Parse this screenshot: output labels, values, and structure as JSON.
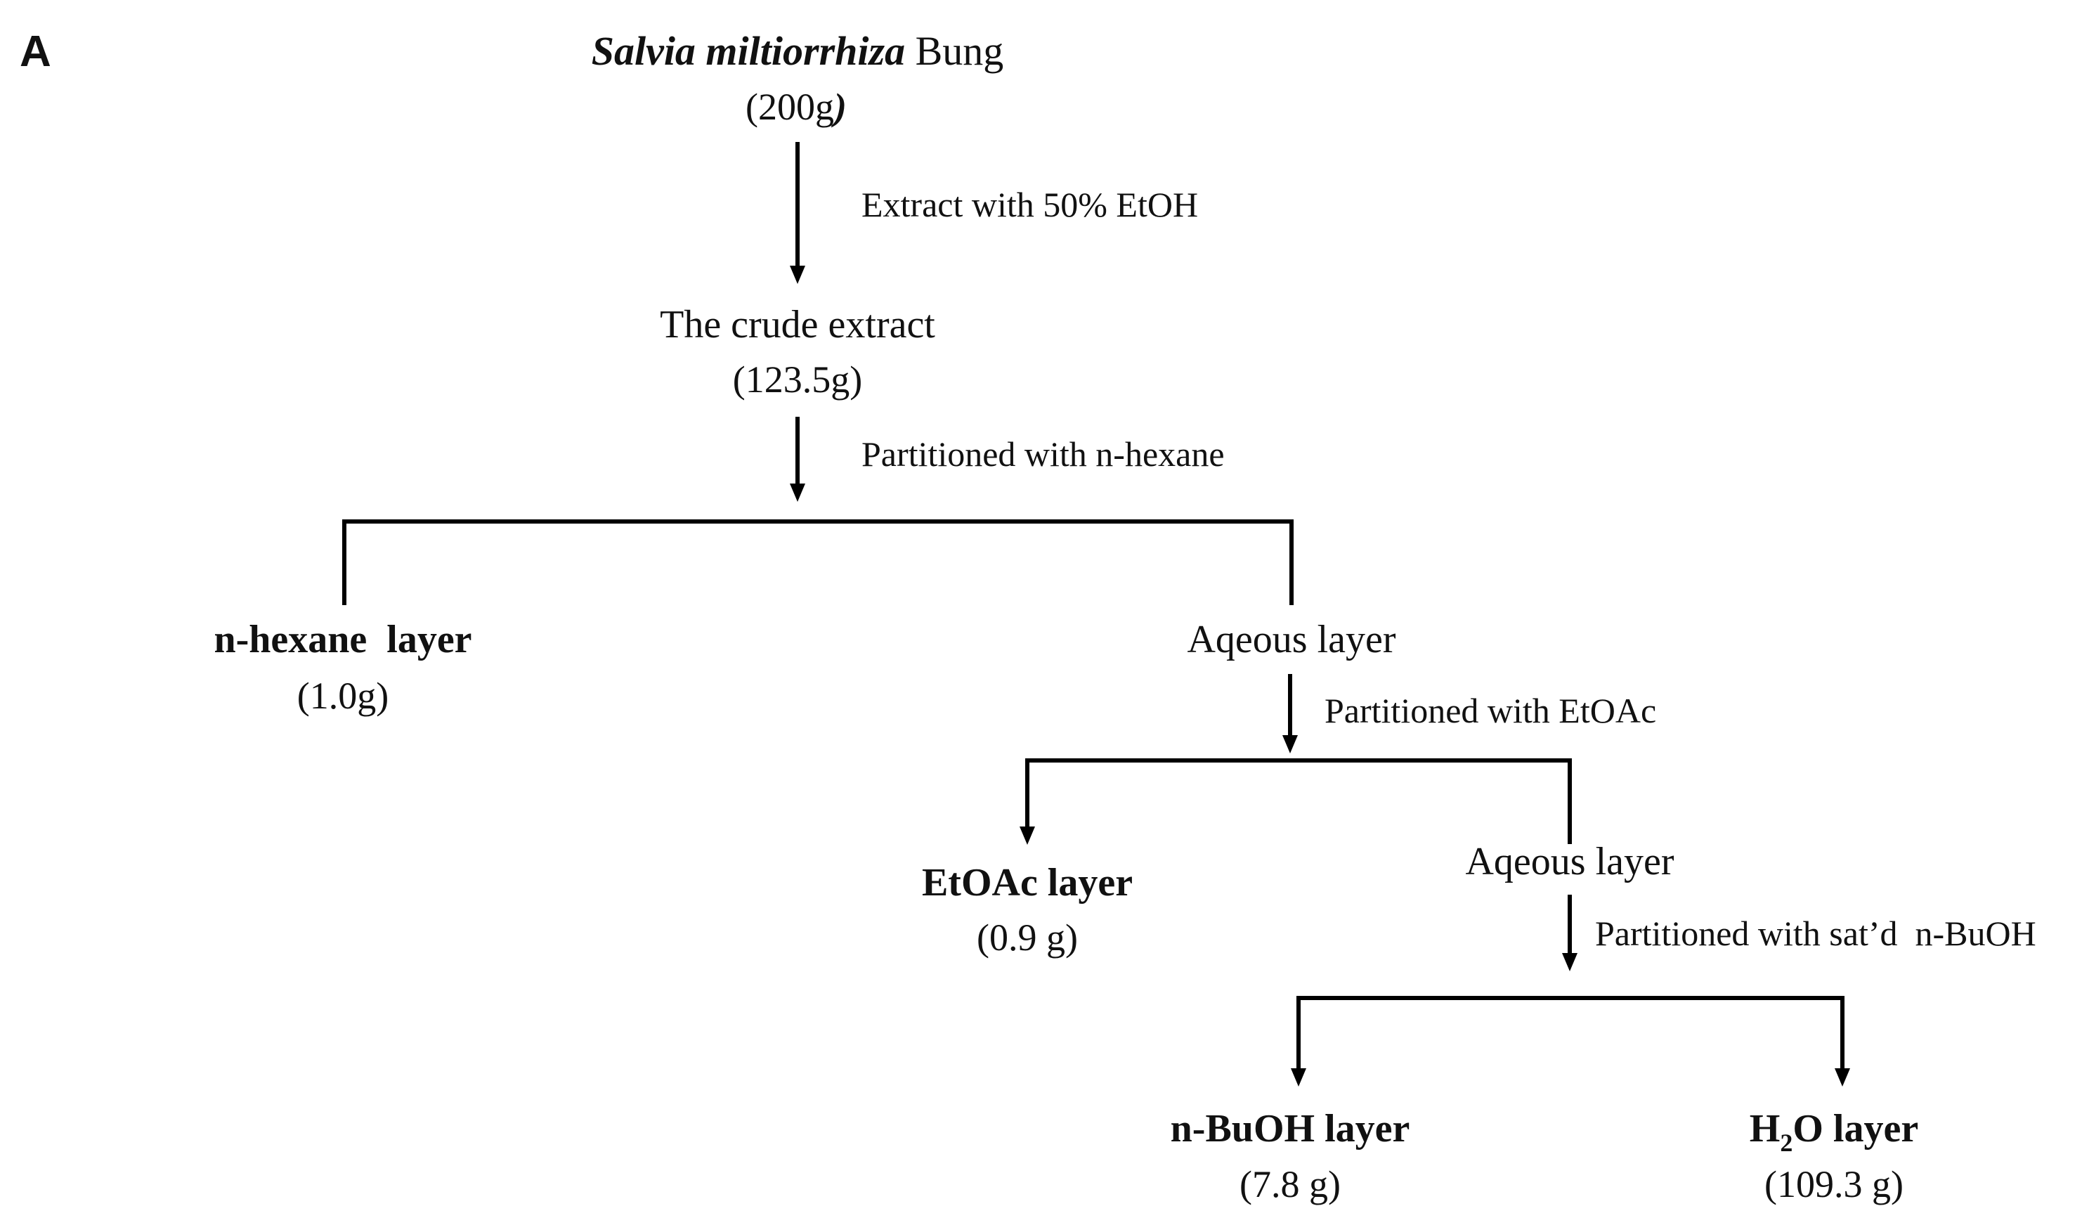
{
  "panel_label": "A",
  "source": {
    "species_italic": "Salvia miltiorrhiza",
    "species_suffix": " Bung",
    "amount_open": "(200g",
    "amount_close": ")"
  },
  "steps": {
    "step1": "Extract with 50% EtOH",
    "step2": "Partitioned with n-hexane",
    "step3": "Partitioned with EtOAc",
    "step4": "Partitioned with sat’d  n-BuOH"
  },
  "nodes": {
    "crude_extract": {
      "label": "The crude extract",
      "amount": "(123.5g)"
    },
    "hexane_layer": {
      "label": "n-hexane  layer",
      "amount": "(1.0g)"
    },
    "aqueous_layer_1": {
      "label": "Aqeous layer"
    },
    "etoac_layer": {
      "label": "EtOAc layer",
      "amount": "(0.9 g)"
    },
    "aqueous_layer_2": {
      "label": "Aqeous layer"
    },
    "buoh_layer": {
      "label": "n-BuOH layer",
      "amount": "(7.8 g)"
    },
    "water_layer": {
      "label_h": "H",
      "label_sub": "2",
      "label_rest": "O layer",
      "amount": "(109.3 g)"
    }
  }
}
